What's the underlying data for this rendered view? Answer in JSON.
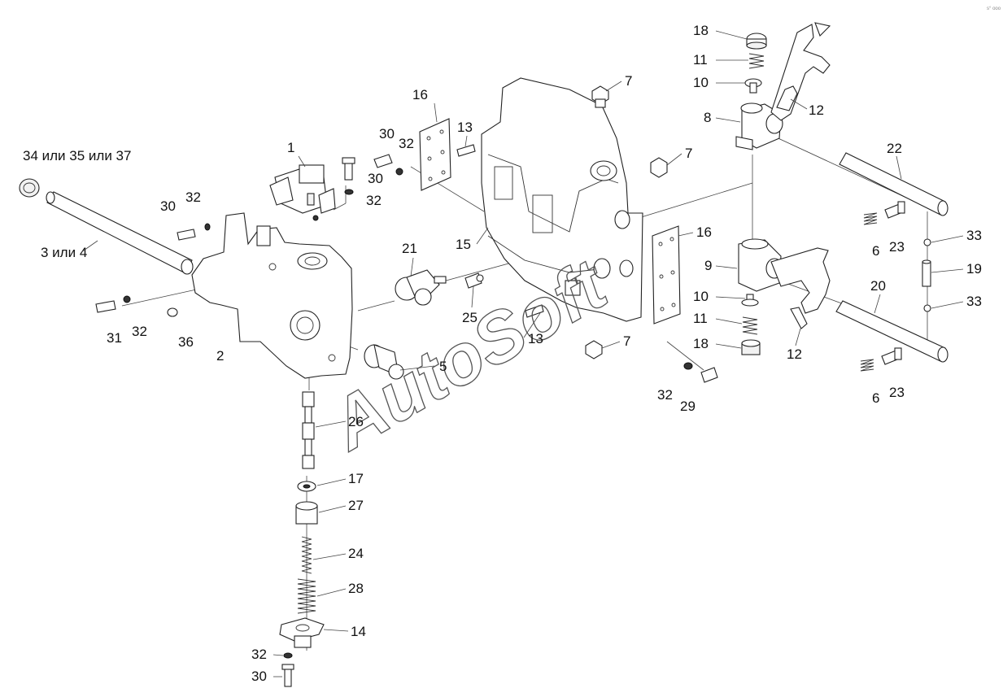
{
  "watermark": "AutoSoft",
  "corner_mark": "s° ooo",
  "labels": [
    "34 или 35 или 37",
    "3 или 4",
    "1",
    "30",
    "32",
    "30",
    "32",
    "30",
    "32",
    "31",
    "32",
    "36",
    "2",
    "16",
    "30",
    "32",
    "13",
    "15",
    "21",
    "25",
    "5",
    "13",
    "26",
    "17",
    "27",
    "24",
    "28",
    "14",
    "32",
    "30",
    "7",
    "7",
    "7",
    "16",
    "32",
    "29",
    "18",
    "11",
    "10",
    "8",
    "12",
    "22",
    "6",
    "23",
    "33",
    "9",
    "19",
    "10",
    "11",
    "18",
    "12",
    "20",
    "33",
    "6",
    "23"
  ]
}
